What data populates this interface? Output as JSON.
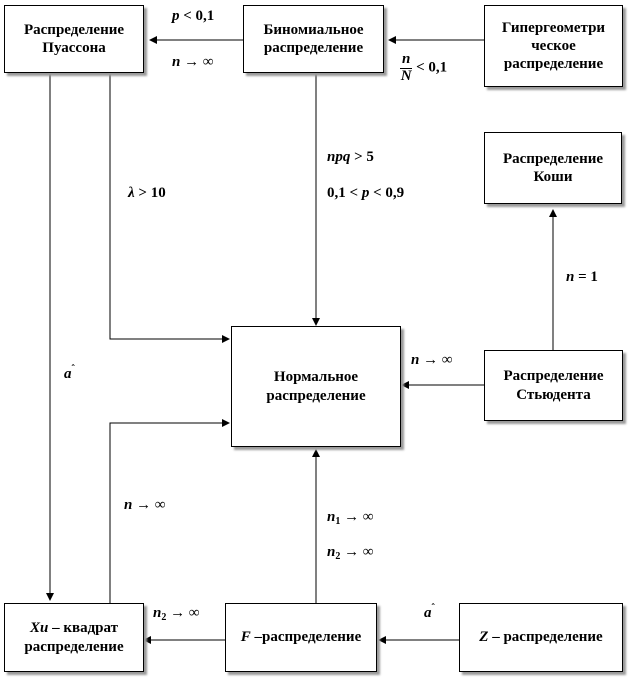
{
  "nodes": {
    "poisson": {
      "line1": "Распределение",
      "line2": "Пуассона"
    },
    "binomial": {
      "line1": "Биномиальное",
      "line2": "распределение"
    },
    "hypergeometric": {
      "line1": "Гипергеометри",
      "line2": "ческое",
      "line3": "распределение"
    },
    "cauchy": {
      "line1": "Распределение",
      "line2": "Коши"
    },
    "normal": {
      "line1": "Нормальное",
      "line2": "распределение"
    },
    "student": {
      "line1": "Распределение",
      "line2": "Стьюдента"
    },
    "chi2": {
      "line1_italic": "Хи",
      "line1_rest": " – квадрат",
      "line2": "распределение"
    },
    "fdist": {
      "italic": "F",
      "rest": " –распределение"
    },
    "zdist": {
      "italic": "Z",
      "rest": " – распределение"
    }
  },
  "labels": {
    "p_lt": {
      "var": "p",
      "rest": " < 0,1"
    },
    "n_inf_top": {
      "var": "n",
      "rest": " → ∞"
    },
    "frac_n": "n",
    "frac_N": "N",
    "frac_rest": " < 0,1",
    "lambda": {
      "var": "λ",
      "rest": " > 10"
    },
    "npq": {
      "var": "npq",
      "rest": " > 5"
    },
    "p_range": {
      "pre": "0,1 < ",
      "var": "p",
      "rest": " < 0,9"
    },
    "n_eq_1": {
      "var": "n",
      "rest": " = 1"
    },
    "n_inf_student": {
      "var": "n",
      "rest": " → ∞"
    },
    "a_left": "a",
    "a_left_sup": "ˆ",
    "n_inf_chi": {
      "var": "n",
      "rest": " → ∞"
    },
    "n1_inf": {
      "var": "n",
      "sub": "1",
      "rest": " → ∞"
    },
    "n2_inf": {
      "var": "n",
      "sub": "2",
      "rest": " → ∞"
    },
    "n2_inf_bottom": {
      "var": "n",
      "sub": "2",
      "rest": " → ∞"
    },
    "a_bottom": "a",
    "a_bottom_sup": "ˆ"
  }
}
